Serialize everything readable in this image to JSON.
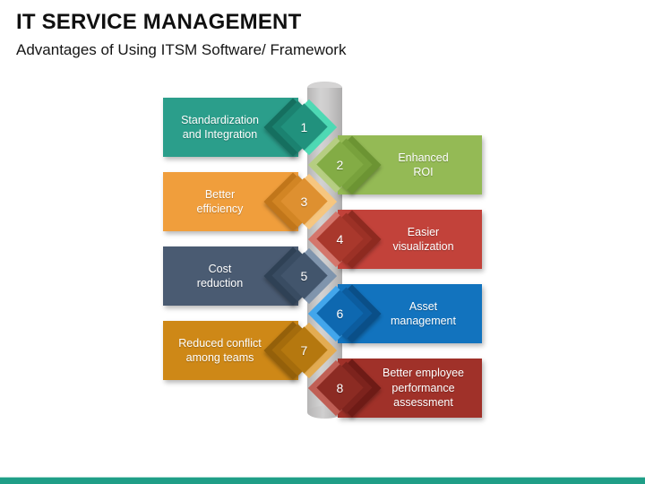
{
  "slide": {
    "title": "IT SERVICE MANAGEMENT",
    "subtitle": "Advantages of Using ITSM Software/ Framework",
    "accent_bar_color": "#1F9E87"
  },
  "diagram": {
    "pillar": {
      "name": "central-cylinder",
      "color": "#C6C5C5"
    },
    "items": [
      {
        "number": "1",
        "label": "Standardization\nand Integration",
        "side": "left",
        "colors": {
          "bar": "#2B9E8B",
          "outer": "#156F5F",
          "mid": "#1B8270",
          "inner": "#21917D",
          "accent": "#4ED9B4"
        }
      },
      {
        "number": "2",
        "label": "Enhanced\nROI",
        "side": "right",
        "colors": {
          "bar": "#94BA55",
          "outer": "#6C9433",
          "mid": "#78A13C",
          "inner": "#83AC45",
          "accent": "#B6CE82"
        }
      },
      {
        "number": "3",
        "label": "Better\nefficiency",
        "side": "left",
        "colors": {
          "bar": "#F09E3C",
          "outer": "#C1761A",
          "mid": "#D28524",
          "inner": "#DE9030",
          "accent": "#F6C67F"
        }
      },
      {
        "number": "4",
        "label": "Easier\nvisualization",
        "side": "right",
        "colors": {
          "bar": "#C2423A",
          "outer": "#8E2A20",
          "mid": "#9C3126",
          "inner": "#A9382C",
          "accent": "#D4766C"
        }
      },
      {
        "number": "5",
        "label": "Cost\nreduction",
        "side": "left",
        "colors": {
          "bar": "#4A5B72",
          "outer": "#2F4155",
          "mid": "#394C62",
          "inner": "#42556C",
          "accent": "#8095AD"
        }
      },
      {
        "number": "6",
        "label": "Asset\nmanagement",
        "side": "right",
        "colors": {
          "bar": "#1273BE",
          "outer": "#0A4F88",
          "mid": "#0C5C9E",
          "inner": "#0E68B0",
          "accent": "#42A6EC"
        }
      },
      {
        "number": "7",
        "label": "Reduced conflict\namong teams",
        "side": "left",
        "colors": {
          "bar": "#CE8817",
          "outer": "#94600A",
          "mid": "#A56C0C",
          "inner": "#B5780F",
          "accent": "#E3AC52"
        }
      },
      {
        "number": "8",
        "label": "Better employee\nperformance\nassessment",
        "side": "right",
        "colors": {
          "bar": "#A03129",
          "outer": "#6E1B16",
          "mid": "#7D231D",
          "inner": "#8C2B23",
          "accent": "#C05F55"
        }
      }
    ]
  }
}
